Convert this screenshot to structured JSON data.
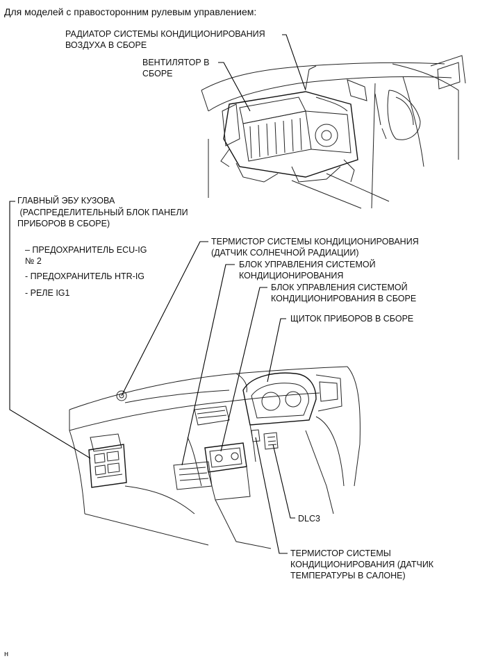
{
  "title": "Для моделей с правосторонним рулевым управлением:",
  "labels": {
    "radiator": "РАДИАТОР СИСТЕМЫ КОНДИЦИОНИРОВАНИЯ\nВОЗДУХА В СБОРЕ",
    "fan": "ВЕНТИЛЯТОР В\nСБОРЕ",
    "main_ecu": "ГЛАВНЫЙ ЭБУ КУЗОВА\n (РАСПРЕДЕЛИТЕЛЬНЫЙ БЛОК ПАНЕЛИ\nПРИБОРОВ В СБОРЕ)",
    "fuse_ecu": "– ПРЕДОХРАНИТЕЛЬ ECU-IG\n№ 2",
    "fuse_htr": "- ПРЕДОХРАНИТЕЛЬ HTR-IG",
    "relay": "- РЕЛЕ IG1",
    "solar_sensor": "ТЕРМИСТОР СИСТЕМЫ КОНДИЦИОНИРОВАНИЯ\n(ДАТЧИК СОЛНЕЧНОЙ РАДИАЦИИ)",
    "ac_control": "БЛОК УПРАВЛЕНИЯ СИСТЕМОЙ\nКОНДИЦИОНИРОВАНИЯ",
    "ac_control_assy": "БЛОК УПРАВЛЕНИЯ СИСТЕМОЙ\nКОНДИЦИОНИРОВАНИЯ В СБОРЕ",
    "cluster": "ЩИТОК ПРИБОРОВ В СБОРЕ",
    "dlc3": "DLC3",
    "room_sensor": "ТЕРМИСТОР СИСТЕМЫ\nКОНДИЦИОНИРОВАНИЯ (ДАТЧИК\nТЕМПЕРАТУРЫ В САЛОНЕ)"
  },
  "footer_code": "н"
}
